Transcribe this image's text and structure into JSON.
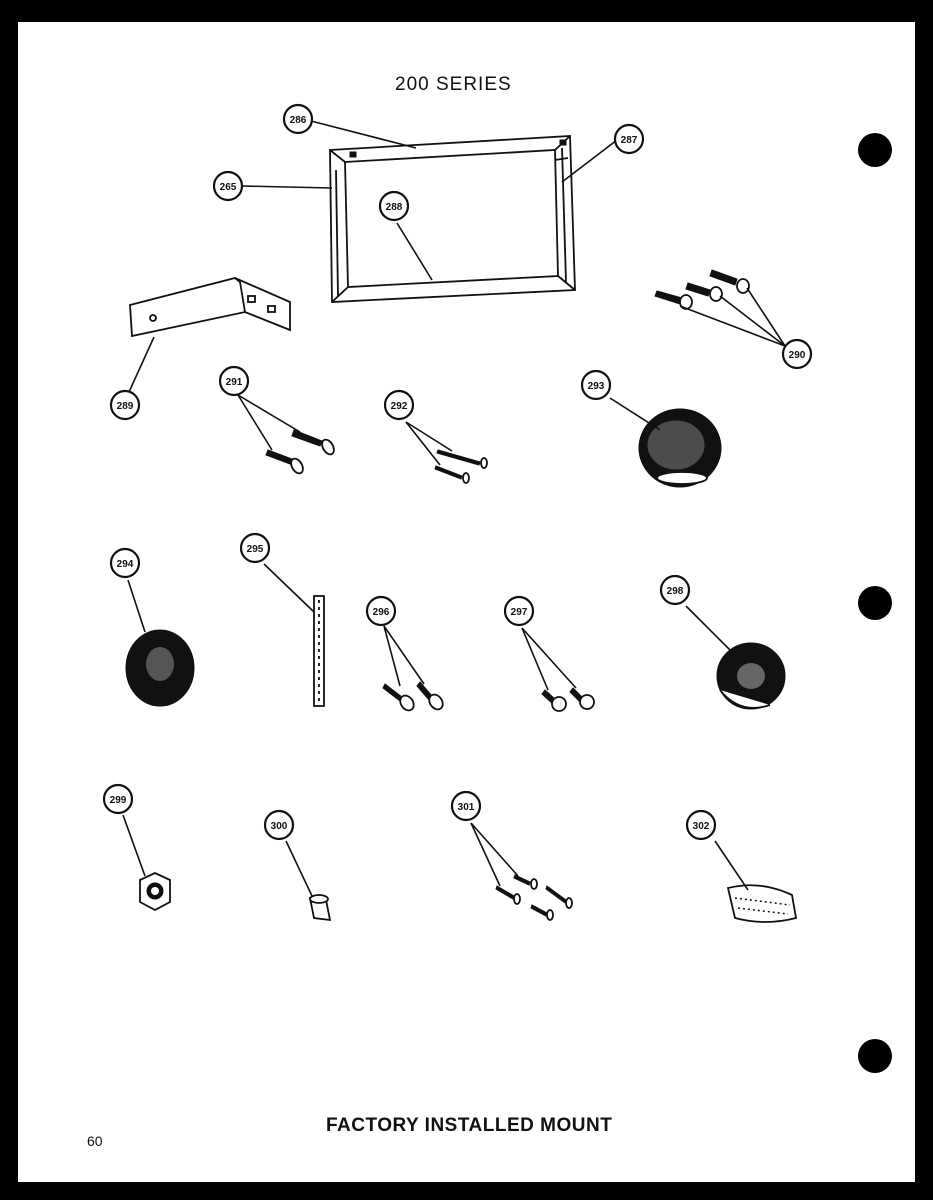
{
  "title": "200 SERIES",
  "caption": "FACTORY INSTALLED MOUNT",
  "page_number": "60",
  "callouts": [
    {
      "key": "c286",
      "label": "286"
    },
    {
      "key": "c287",
      "label": "287"
    },
    {
      "key": "c265",
      "label": "265"
    },
    {
      "key": "c288",
      "label": "288"
    },
    {
      "key": "c289",
      "label": "289"
    },
    {
      "key": "c290",
      "label": "290"
    },
    {
      "key": "c291",
      "label": "291"
    },
    {
      "key": "c292",
      "label": "292"
    },
    {
      "key": "c293",
      "label": "293"
    },
    {
      "key": "c294",
      "label": "294"
    },
    {
      "key": "c295",
      "label": "295"
    },
    {
      "key": "c296",
      "label": "296"
    },
    {
      "key": "c297",
      "label": "297"
    },
    {
      "key": "c298",
      "label": "298"
    },
    {
      "key": "c299",
      "label": "299"
    },
    {
      "key": "c300",
      "label": "300"
    },
    {
      "key": "c301",
      "label": "301"
    },
    {
      "key": "c302",
      "label": "302"
    }
  ]
}
